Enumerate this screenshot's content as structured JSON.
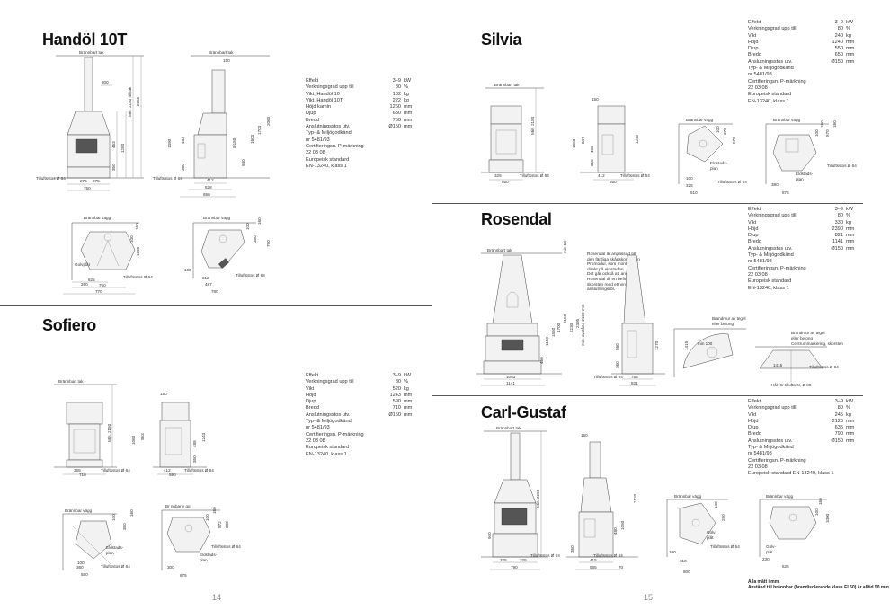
{
  "left_page": {
    "page_number": "14",
    "handol": {
      "title": "Handöl 10T",
      "specs": [
        {
          "label": "Effekt",
          "value": "3–9",
          "unit": "kW"
        },
        {
          "label": "Verkningsgrad upp till",
          "value": "80",
          "unit": "%"
        },
        {
          "label": "Vikt, Handöl 10",
          "value": "182",
          "unit": "kg"
        },
        {
          "label": "Vikt, Handöl 10T",
          "value": "222",
          "unit": "kg"
        },
        {
          "label": "Höjd kamin",
          "value": "1260",
          "unit": "mm"
        },
        {
          "label": "Djup",
          "value": "630",
          "unit": "mm"
        },
        {
          "label": "Bredd",
          "value": "750",
          "unit": "mm"
        },
        {
          "label": "Anslutningsstos utv.",
          "value": "Ø150",
          "unit": "mm"
        }
      ],
      "spec_lines": [
        "Typ- & Miljögodkänd",
        "nr 5481/93",
        "Certifieringsn. P-märkning",
        "22 03 08",
        "Europeisk standard",
        "EN-13240, klass 1"
      ],
      "labels": {
        "bt1": "Brännbart tak",
        "bt2": "Brännbart tak",
        "bv1": "Brännbar vägg",
        "bv2": "Brännbar vägg",
        "tl1": "Tilluftsstos Ø 64",
        "tl2": "Tilluftsstos Ø 64",
        "tl3": "Tilluftsstos Ø 64",
        "tl4": "Tilluftsstos Ø 64",
        "golv": "Golvplåt",
        "min": "Min. 2150 till tak",
        "d300": "300",
        "d150": "150",
        "d463": "463",
        "d1260": "1260",
        "d350": "350",
        "d275a": "275",
        "d275b": "275",
        "d750": "750",
        "d2055": "2055",
        "d1090": "1090",
        "d483": "483",
        "d360": "360",
        "d412": "412",
        "d528": "528",
        "d650": "650",
        "d940": "940",
        "d1600": "1600",
        "d1700": "1700",
        "d2060": "2060",
        "dO150": "Ø150",
        "g160": "160",
        "g100": "100",
        "g1000": "1000",
        "g625": "625",
        "g750": "750",
        "g770": "770",
        "g260": "260",
        "g100b": "100",
        "g312": "312",
        "g487": "487",
        "g790": "790",
        "g780": "780",
        "g100c": "100",
        "g350": "350",
        "g160b": "160"
      }
    },
    "sofiero": {
      "title": "Sofiero",
      "specs": [
        {
          "label": "Effekt",
          "value": "3–9",
          "unit": "kW"
        },
        {
          "label": "Verkningsgrad upp till",
          "value": "80",
          "unit": "%"
        },
        {
          "label": "Vikt",
          "value": "520",
          "unit": "kg"
        },
        {
          "label": "Höjd",
          "value": "1243",
          "unit": "mm"
        },
        {
          "label": "Djup",
          "value": "590",
          "unit": "mm"
        },
        {
          "label": "Bredd",
          "value": "710",
          "unit": "mm"
        },
        {
          "label": "Anslutningsstos utv.",
          "value": "Ø150",
          "unit": "mm"
        }
      ],
      "spec_lines": [
        "Typ- & Miljögodkänd",
        "nr 5481/93",
        "Certifieringsn. P-märkning",
        "22 03 08",
        "Europeisk standard",
        "EN-13240, klass 1"
      ],
      "labels": {
        "bt": "Brännbart tak",
        "min": "Min. 2150",
        "tl1": "Tilluftsstos Ø 64",
        "tl2": "Tilluftsstos Ø 64",
        "tl3": "Tilluftsstos Ø 64",
        "tl4": "Tilluftsstos Ø 64",
        "d150": "150",
        "d1243": "1243",
        "d1060": "1060",
        "d953": "953",
        "d365": "365",
        "d710": "710",
        "d412": "412",
        "d590": "590",
        "d488": "488",
        "d350": "350",
        "bv1": "Brännbar vägg",
        "bv2": "Br nnbar v gg",
        "e1": "Eldstads-",
        "e1b": "plan",
        "e2": "Eldstads-",
        "e2b": "plan",
        "g100": "100",
        "g100b": "100",
        "g360": "360",
        "g550": "550",
        "g300": "300",
        "g160": "160",
        "g675": "675",
        "g380": "380",
        "g160b": "160",
        "g100c": "100",
        "g572": "572",
        "g380b": "380",
        "g1000": "1000"
      }
    }
  },
  "right_page": {
    "page_number": "15",
    "silvia": {
      "title": "Silvia",
      "specs": [
        {
          "label": "Effekt",
          "value": "3–9",
          "unit": "kW"
        },
        {
          "label": "Verkningsgrad upp till",
          "value": "80",
          "unit": "%"
        },
        {
          "label": "Vikt",
          "value": "240",
          "unit": "kg"
        },
        {
          "label": "Höjd",
          "value": "1240",
          "unit": "mm"
        },
        {
          "label": "Djup",
          "value": "550",
          "unit": "mm"
        },
        {
          "label": "Bredd",
          "value": "650",
          "unit": "mm"
        },
        {
          "label": "Anslutningsstos utv.",
          "value": "Ø150",
          "unit": "mm"
        }
      ],
      "spec_lines": [
        "Typ- & Miljögodkänd",
        "nr 5481/93",
        "Certifieringsn. P-märkning",
        "22 03 08",
        "Europeisk standard",
        "EN-13240, klass 1"
      ],
      "labels": {
        "bt": "Brännbart tak",
        "min": "Min. 2150",
        "d150": "150",
        "d1060": "1060",
        "d847": "847",
        "d325": "325",
        "d650": "650",
        "d412": "412",
        "d550": "550",
        "d458": "458",
        "d360": "360",
        "d1240": "1240",
        "tl1": "Tilluftsstos Ø 64",
        "tl2": "Tilluftsstos Ø 64",
        "tl3": "Tilluftsstos Ø 64",
        "tl4": "Tilluftsstos Ø 64",
        "bv1": "Brännbar vägg",
        "bv2": "Brännbar vägg",
        "e1": "Eldstads-",
        "e1b": "plan",
        "e2": "Eldstads-",
        "e2b": "plan",
        "g100": "100",
        "g370": "370",
        "g570": "570",
        "g325": "325",
        "g510": "510",
        "g100b": "100",
        "g160": "160",
        "g570b": "570",
        "g380": "380",
        "g875": "875",
        "g160b": "160",
        "g100c": "100"
      }
    },
    "rosendal": {
      "title": "Rosendal",
      "specs": [
        {
          "label": "Effekt",
          "value": "3–9",
          "unit": "kW"
        },
        {
          "label": "Verkningsgrad upp till",
          "value": "80",
          "unit": "%"
        },
        {
          "label": "Vikt",
          "value": "330",
          "unit": "kg"
        },
        {
          "label": "Höjd",
          "value": "2390",
          "unit": "mm"
        },
        {
          "label": "Djup",
          "value": "821",
          "unit": "mm"
        },
        {
          "label": "Bredd",
          "value": "1141",
          "unit": "mm"
        },
        {
          "label": "Anslutningsstos utv.",
          "value": "Ø150",
          "unit": "mm"
        }
      ],
      "spec_lines": [
        "Typ- & Miljögodkänd",
        "nr 5481/93",
        "Certifieringsn. P-märkning",
        "22 03 08",
        "Europeisk standard",
        "EN-13240, klass 1"
      ],
      "note_lines": [
        "Rosendal är anpassad till",
        "den färdiga skåpskorstenen",
        "Promodul, som monteras",
        "direkt på eldstaden.",
        "Det går också att ansluta",
        "Rosendal till en befintlig",
        "skorsten med ett vinklat",
        "anslutningsrör."
      ],
      "labels": {
        "bt": "Brännbart tak",
        "min": "min 50",
        "d2395": "2395",
        "d2230": "2230",
        "d2150": "2150",
        "d1700": "1700",
        "d1550": "1550",
        "d1150": "1150",
        "d460": "460",
        "d560": "560",
        "d1053": "1053",
        "d1141": "1141",
        "d755": "755",
        "d821": "821",
        "d1270": "1270",
        "d360": "360",
        "d1415": "1415",
        "d1415b": "1415",
        "tl1": "Tilluftsstos Ø 64",
        "tl2": "Tilluftsstos Ø 64",
        "min_tak": "min. avstånd 2100 mm",
        "br1": "Brandmur av tegel",
        "br1b": "eller betong",
        "br2": "Brandmur av tegel",
        "br2b": "eller betong",
        "br2c": "Centrummarkering, skorsten",
        "min100": "min 100",
        "tilluft": "Hål för tilluftsrör, Ø 80"
      }
    },
    "carl": {
      "title": "Carl-Gustaf",
      "specs": [
        {
          "label": "Effekt",
          "value": "3–9",
          "unit": "kW"
        },
        {
          "label": "Verkningsgrad upp till",
          "value": "80",
          "unit": "%"
        },
        {
          "label": "Vikt",
          "value": "245",
          "unit": "kg"
        },
        {
          "label": "Höjd",
          "value": "2120",
          "unit": "mm"
        },
        {
          "label": "Djup",
          "value": "635",
          "unit": "mm"
        },
        {
          "label": "Bredd",
          "value": "790",
          "unit": "mm"
        },
        {
          "label": "Anslutningsstos utv.",
          "value": "Ø150",
          "unit": "mm"
        }
      ],
      "spec_lines": [
        "Typ- & Miljögodkänd",
        "nr 5481/93",
        "Certifieringsn. P-märkning",
        "22 03 08",
        "Europeisk standard EN-13240, klass 1"
      ],
      "labels": {
        "bt": "Brännbart tak",
        "min": "Min. 2200",
        "d150": "150",
        "d2120": "2120",
        "d940": "940",
        "d1050": "1050",
        "d480": "480",
        "d350": "350",
        "d325a": "325",
        "d325b": "325",
        "d790": "790",
        "d415": "415",
        "d565": "565",
        "d70": "70",
        "tl1": "Tilluftsstos Ø 64",
        "tl2": "Tilluftsstos Ø 64",
        "tl3": "Tilluftsstos Ø 64",
        "bv1": "Brännbar vägg",
        "bv2": "Brännbar vägg",
        "golv1": "Golv-",
        "golv1b": "plåt",
        "golv2": "Golv-",
        "golv2b": "plåt",
        "g140": "140",
        "g290": "290",
        "g800": "800",
        "g100": "100",
        "g310": "310",
        "g625": "625",
        "g160": "160",
        "g1000": "1000",
        "g100b": "100",
        "g230": "230"
      },
      "footnote_lines": [
        "Alla mått i mm.",
        "Avstånd till brännbar (brandisolerande klass EI 60) är alltid 50 mm."
      ]
    }
  }
}
